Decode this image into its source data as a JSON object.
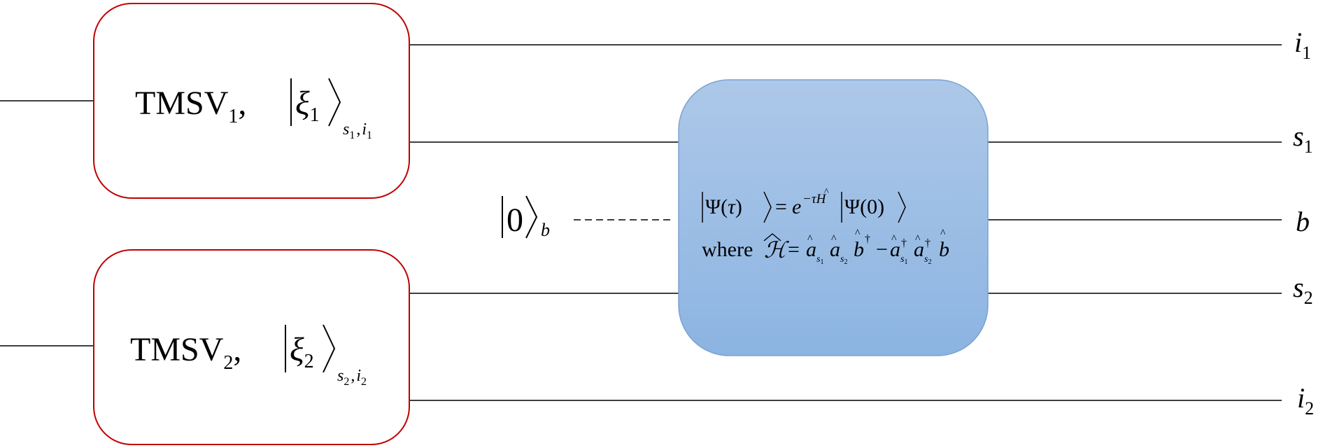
{
  "source_boxes": [
    {
      "name": "TMSV",
      "index": "1",
      "state_symbol": "ξ",
      "state_index": "1",
      "subscript_mode_1": "s",
      "subscript_mode_1_index": "1",
      "subscript_mode_2": "i",
      "subscript_mode_2_index": "1"
    },
    {
      "name": "TMSV",
      "index": "2",
      "state_symbol": "ξ",
      "state_index": "2",
      "subscript_mode_1": "s",
      "subscript_mode_1_index": "2",
      "subscript_mode_2": "i",
      "subscript_mode_2_index": "2"
    }
  ],
  "separator": ",",
  "vacuum_state": {
    "value": "0",
    "mode": "b"
  },
  "evolution_box": {
    "psi": "Ψ",
    "tau": "τ",
    "zero": "0",
    "e": "e",
    "exponent": "−τ",
    "H_hat": "H",
    "where_label": "where",
    "H_script": "ℋ",
    "a": "a",
    "b": "b",
    "dagger": "†",
    "equals": "=",
    "minus": "−"
  },
  "output_labels": [
    {
      "base": "i",
      "index": "1"
    },
    {
      "base": "s",
      "index": "1"
    },
    {
      "base": "b",
      "index": ""
    },
    {
      "base": "s",
      "index": "2"
    },
    {
      "base": "i",
      "index": "2"
    }
  ],
  "colors": {
    "line": "#000000",
    "source_box_border": "#c00000",
    "evolution_fill_top": "#adc8e8",
    "evolution_fill_bottom": "#8cb4e2",
    "evolution_border": "#7aa3d0"
  }
}
